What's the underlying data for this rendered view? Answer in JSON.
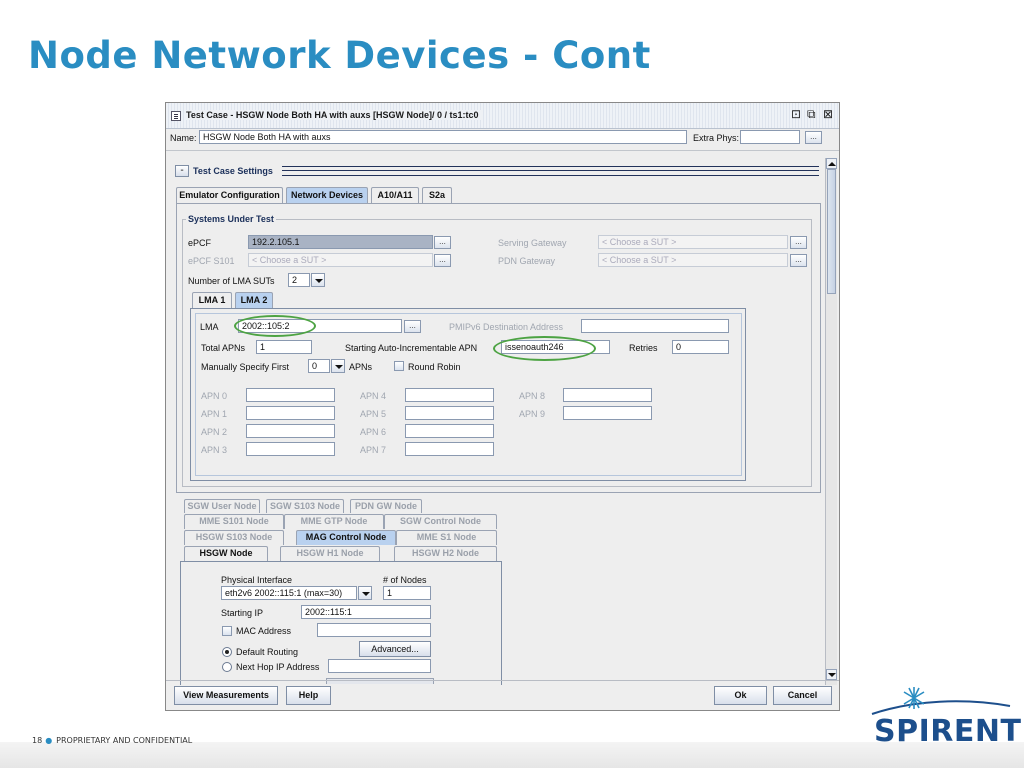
{
  "slide": {
    "title": "Node Network Devices - Cont",
    "page_number": "18",
    "footer": "PROPRIETARY AND CONFIDENTIAL",
    "logo_text": "SPIRENT",
    "accent_color": "#2a8dc2",
    "logo_color": "#1d4f8c"
  },
  "window": {
    "title": "Test Case - HSGW Node Both HA with auxs [HSGW Node]/ 0 / ts1:tc0",
    "controls": [
      "⊡",
      "⧉",
      "⊠"
    ],
    "name_label": "Name:",
    "name_value": "HSGW Node Both HA with auxs",
    "extra_phys_label": "Extra Phys:",
    "extra_phys_value": "",
    "browse_label": "...",
    "collapse_icon": "-",
    "section_title": "Test Case Settings"
  },
  "main_tabs": [
    {
      "label": "Emulator Configuration",
      "active": false
    },
    {
      "label": "Network Devices",
      "active": true
    },
    {
      "label": "A10/A11",
      "active": false
    },
    {
      "label": "S2a",
      "active": false
    }
  ],
  "sut": {
    "group_title": "Systems Under Test",
    "epcf_label": "ePCF",
    "epcf_value": "192.2.105.1",
    "epcf_s101_label": "ePCF S101",
    "epcf_s101_value": "< Choose a SUT >",
    "serving_gateway_label": "Serving Gateway",
    "serving_gateway_value": "< Choose a SUT >",
    "pdn_gateway_label": "PDN Gateway",
    "pdn_gateway_value": "< Choose a SUT >",
    "num_lma_label": "Number of LMA SUTs",
    "num_lma_value": "2"
  },
  "lma_tabs": [
    {
      "label": "LMA 1",
      "active": false
    },
    {
      "label": "LMA 2",
      "active": true
    }
  ],
  "lma": {
    "lma_label": "LMA",
    "lma_value": "2002::105:2",
    "pmip_dest_label": "PMIPv6 Destination Address",
    "pmip_dest_value": "",
    "total_apns_label": "Total APNs",
    "total_apns_value": "1",
    "starting_apn_label": "Starting Auto-Incrementable APN",
    "starting_apn_value": "issenoauth246",
    "retries_label": "Retries",
    "retries_value": "0",
    "manual_first_label": "Manually Specify First",
    "manual_first_value": "0",
    "apns_label": "APNs",
    "round_robin_label": "Round Robin",
    "round_robin_checked": false,
    "apn_col1": [
      {
        "label": "APN 0",
        "value": ""
      },
      {
        "label": "APN 1",
        "value": ""
      },
      {
        "label": "APN 2",
        "value": ""
      },
      {
        "label": "APN 3",
        "value": ""
      }
    ],
    "apn_col2": [
      {
        "label": "APN 4",
        "value": ""
      },
      {
        "label": "APN 5",
        "value": ""
      },
      {
        "label": "APN 6",
        "value": ""
      },
      {
        "label": "APN 7",
        "value": ""
      }
    ],
    "apn_col3": [
      {
        "label": "APN 8",
        "value": ""
      },
      {
        "label": "APN 9",
        "value": ""
      }
    ]
  },
  "node_tabs": {
    "row1": [
      "SGW User Node",
      "SGW S103 Node",
      "PDN GW Node"
    ],
    "row2": [
      "MME S101 Node",
      "MME GTP Node",
      "SGW Control Node"
    ],
    "row3": [
      "HSGW S103 Node",
      "MAG Control Node",
      "MME S1 Node"
    ],
    "row4": [
      "HSGW Node",
      "HSGW H1 Node",
      "HSGW H2 Node"
    ]
  },
  "node_panel": {
    "phys_iface_label": "Physical Interface",
    "phys_iface_value": "eth2v6 2002::115:1 (max=30)",
    "num_nodes_label": "# of Nodes",
    "num_nodes_value": "1",
    "starting_ip_label": "Starting IP",
    "starting_ip_value": "2002::115:1",
    "mac_label": "MAC Address",
    "mac_value": "",
    "advanced_label": "Advanced...",
    "default_routing_label": "Default Routing",
    "default_routing_selected": true,
    "next_hop_label": "Next Hop IP Address",
    "next_hop_value": ""
  },
  "footer_buttons": {
    "view_measurements": "View Measurements",
    "help": "Help",
    "ok": "Ok",
    "cancel": "Cancel"
  },
  "icons": [
    "window-icon",
    "minimize-icon",
    "maximize-icon",
    "close-icon",
    "collapse-icon",
    "dropdown-arrow-icon",
    "scroll-up-icon",
    "scroll-down-icon",
    "spirent-logo-icon"
  ]
}
